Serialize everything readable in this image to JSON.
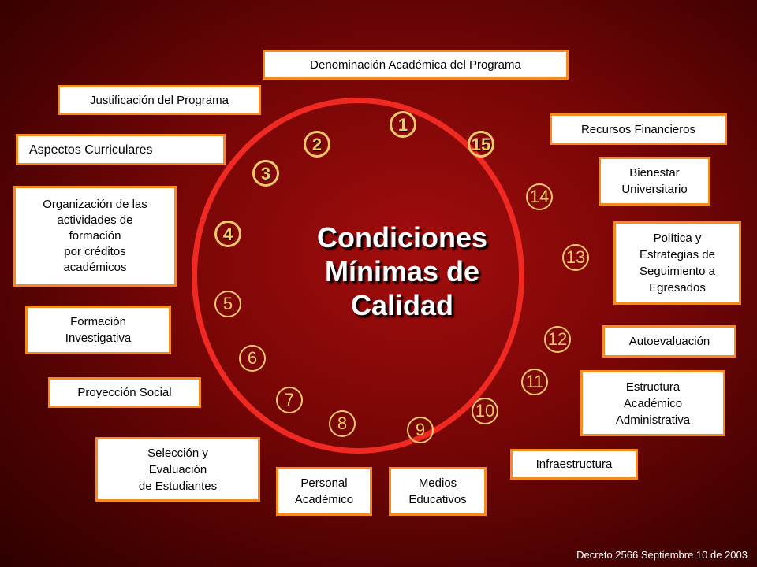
{
  "title": "Condiciones\nMínimas de\nCalidad",
  "footer": "Decreto 2566  Septiembre 10 de 2003",
  "colors": {
    "ring": "#f02a22",
    "box_border": "#f58a1f",
    "numbers": "#f3c96a"
  },
  "conditions": [
    {
      "n": "1",
      "label": "Denominación Académica del Programa"
    },
    {
      "n": "2",
      "label": "Justificación del Programa"
    },
    {
      "n": "3",
      "label": "Aspectos Curriculares"
    },
    {
      "n": "4",
      "label": "Organización de las\nactividades de\nformación\npor créditos\nacadémicos"
    },
    {
      "n": "5",
      "label": "Formación\nInvestigativa"
    },
    {
      "n": "6",
      "label": "Proyección Social"
    },
    {
      "n": "7",
      "label": "Selección y\nEvaluación\nde Estudiantes"
    },
    {
      "n": "8",
      "label": "Personal\nAcadémico"
    },
    {
      "n": "9",
      "label": "Medios\nEducativos"
    },
    {
      "n": "10",
      "label": "Infraestructura"
    },
    {
      "n": "11",
      "label": "Estructura\nAcadémico\nAdministrativa"
    },
    {
      "n": "12",
      "label": "Autoevaluación"
    },
    {
      "n": "13",
      "label": "Política y\nEstrategias de\nSeguimiento a\nEgresados"
    },
    {
      "n": "14",
      "label": "Bienestar\nUniversitario"
    },
    {
      "n": "15",
      "label": "Recursos Financieros"
    }
  ]
}
